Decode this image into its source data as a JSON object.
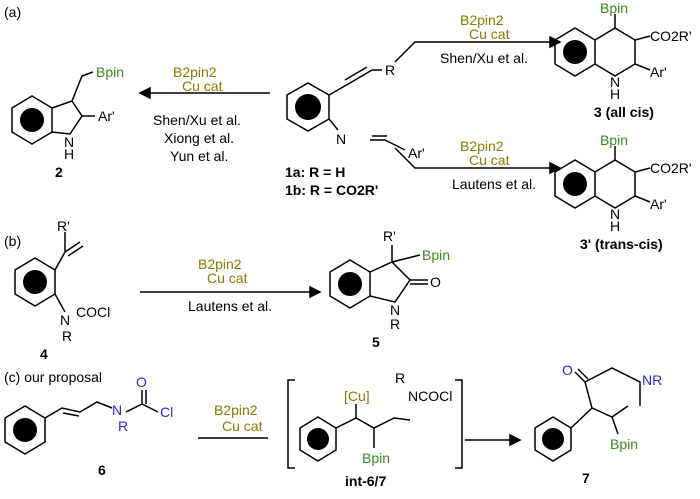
{
  "panels": {
    "a": "(a)",
    "b": "(b)",
    "c": "(c) our proposal"
  },
  "reagent": {
    "line1": "B2pin2",
    "line2": "Cu cat"
  },
  "refs": {
    "shen_xu": "Shen/Xu et al.",
    "xiong": "Xiong et al.",
    "yun": "Yun et al.",
    "lautens": "Lautens et al."
  },
  "substituents": {
    "ar": "Ar",
    "ar_prime": "Ar'",
    "r": "R",
    "r_prime": "R'",
    "co2r": "CO2R'",
    "bpin": "Bpin",
    "nh": "N",
    "h": "H",
    "o": "O",
    "n": "N",
    "nr": "NR",
    "cocl": "COCl",
    "ncocl": "NCOCl",
    "cu": "[Cu]",
    "cl": "Cl"
  },
  "compounds": {
    "c1a": "1a: R = H",
    "c1b": "1b: R = CO2R'",
    "c2": "2",
    "c3": "3 (all cis)",
    "c3p": "3' (trans-cis)",
    "c4": "4",
    "c5": "5",
    "c6": "6",
    "int": "int-6/7",
    "c7": "7"
  },
  "colors": {
    "reagent": "#8a7a00",
    "bpin_green": "#3a8a1a",
    "proposal_blue": "#2a2acc"
  }
}
